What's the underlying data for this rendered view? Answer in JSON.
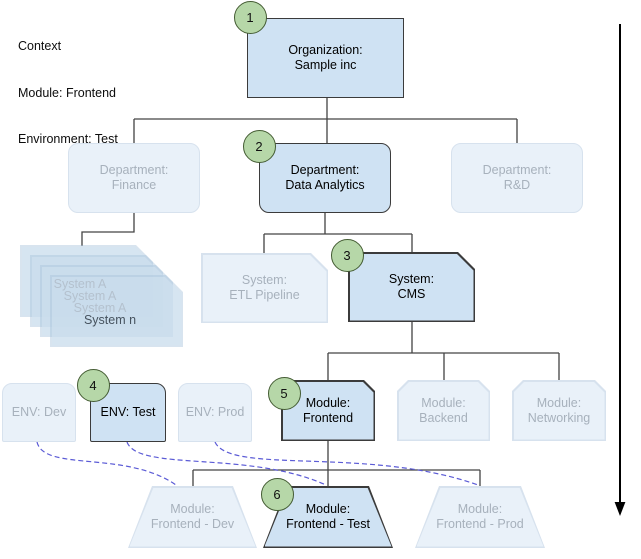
{
  "context": {
    "title": "Context",
    "module_line": "Module: Frontend",
    "environment_line": "Environment: Test"
  },
  "badges": {
    "b1": "1",
    "b2": "2",
    "b3": "3",
    "b4": "4",
    "b5": "5",
    "b6": "6"
  },
  "nodes": {
    "organization": {
      "label": "Organization:",
      "name": "Sample inc"
    },
    "dept_finance": {
      "label": "Department:",
      "name": "Finance"
    },
    "dept_data_analytics": {
      "label": "Department:",
      "name": "Data Analytics"
    },
    "dept_rnd": {
      "label": "Department:",
      "name": "R&D"
    },
    "system_stack": {
      "items": [
        "System A",
        "System A",
        "System A",
        "System n"
      ]
    },
    "system_etl": {
      "label": "System:",
      "name": "ETL Pipeline"
    },
    "system_cms": {
      "label": "System:",
      "name": "CMS"
    },
    "env_dev": {
      "name": "ENV: Dev"
    },
    "env_test": {
      "name": "ENV: Test"
    },
    "env_prod": {
      "name": "ENV: Prod"
    },
    "module_frontend": {
      "label": "Module:",
      "name": "Frontend"
    },
    "module_backend": {
      "label": "Module:",
      "name": "Backend"
    },
    "module_networking": {
      "label": "Module:",
      "name": "Networking"
    },
    "deploy_dev": {
      "label": "Module:",
      "name": "Frontend - Dev"
    },
    "deploy_test": {
      "label": "Module:",
      "name": "Frontend - Test"
    },
    "deploy_prod": {
      "label": "Module:",
      "name": "Frontend - Prod"
    }
  },
  "colors": {
    "active_fill": "#cfe2f3",
    "active_border": "#3b3b3b",
    "faded_fill": "#e9f1f9",
    "faded_border": "#d7e2ee",
    "faded_text": "#a7b1bc",
    "badge_fill": "#b6d7a8",
    "badge_border": "#445c33",
    "connector": "#434343",
    "dashed_link": "#5b5bd6"
  }
}
